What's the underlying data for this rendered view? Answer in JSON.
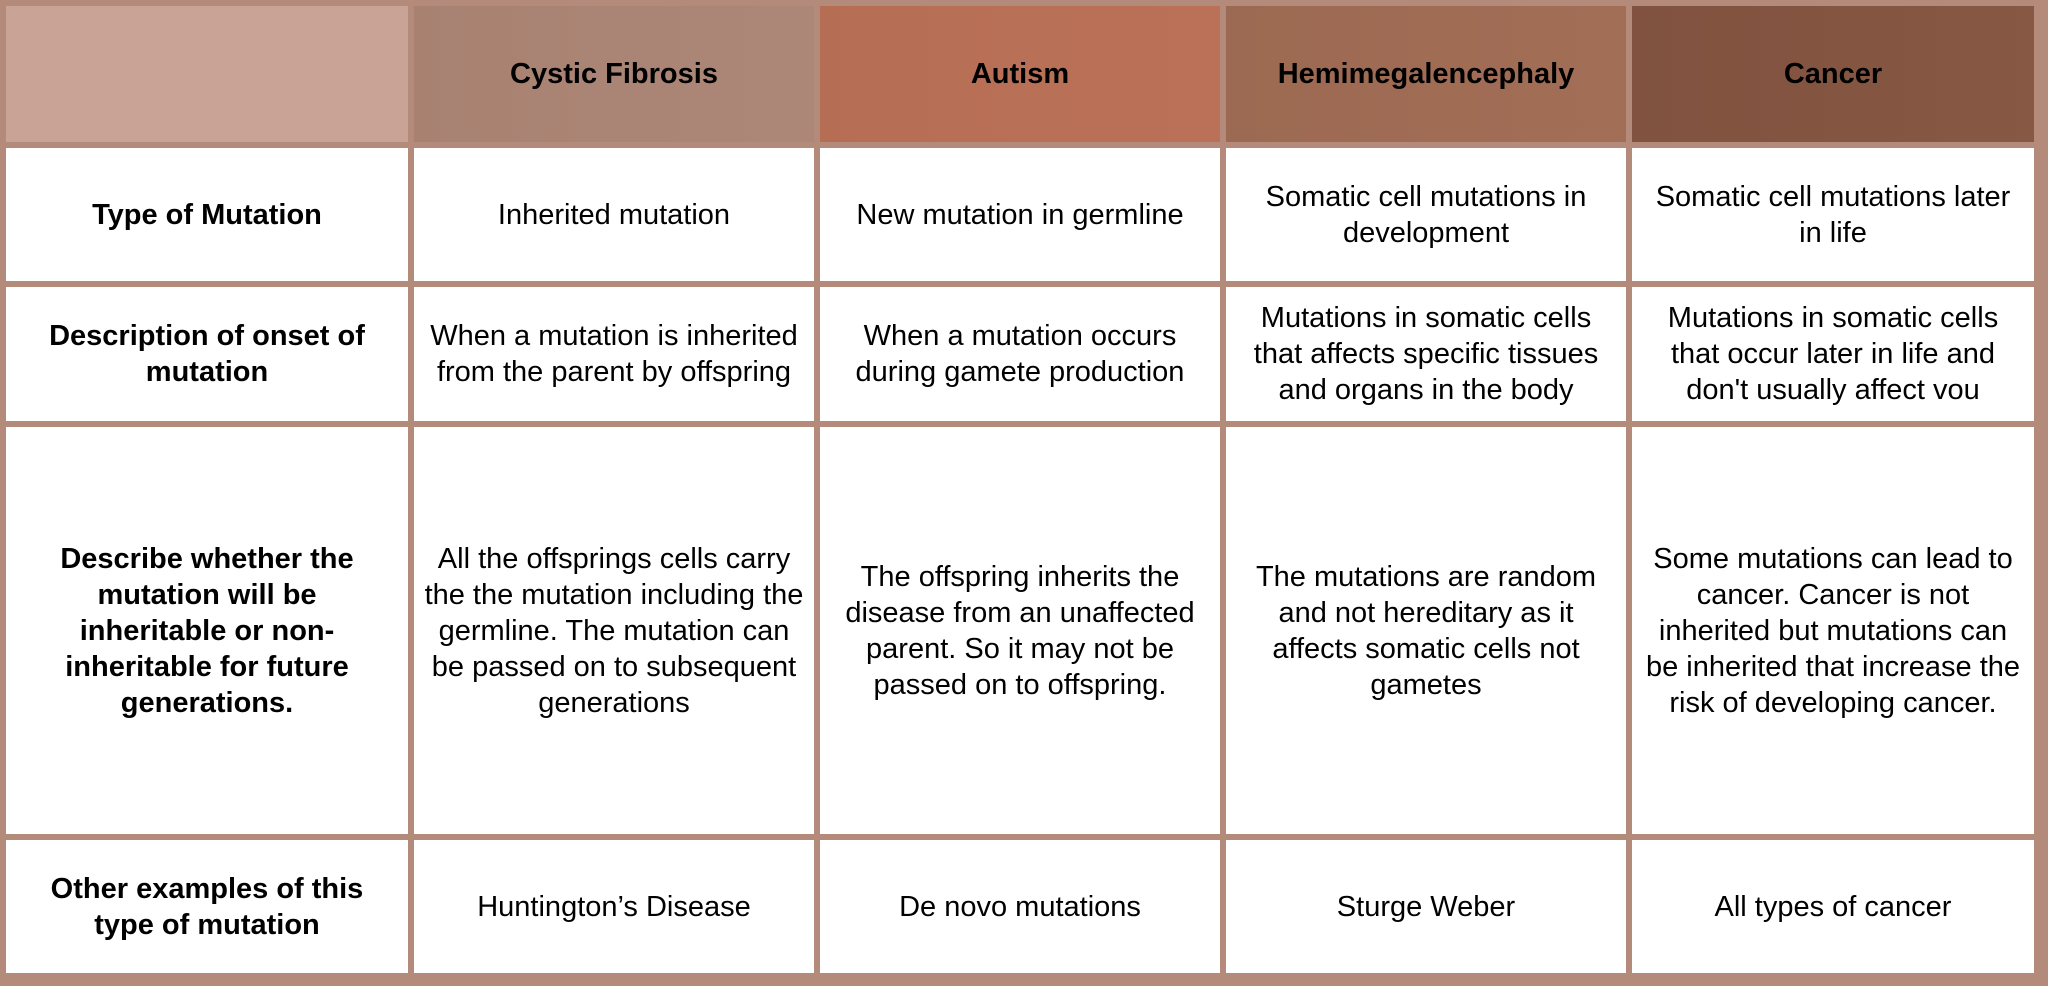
{
  "table": {
    "columns": [
      "",
      "Cystic Fibrosis",
      "Autism",
      "Hemimegalencephaly",
      "Cancer"
    ],
    "header_colors": [
      "#c9a395",
      "#a88171",
      "#b56e54",
      "#9c6952",
      "#80523f"
    ],
    "border_color": "#b48a7a",
    "rows": [
      {
        "label": "Type of Mutation",
        "cells": [
          "Inherited mutation",
          "New mutation in germline",
          "Somatic cell mutations in development",
          "Somatic cell mutations later in life"
        ]
      },
      {
        "label": "Description of onset of mutation",
        "cells": [
          "When a mutation is inherited from the parent by offspring",
          "When a mutation occurs during gamete production",
          "Mutations in somatic cells that affects specific tissues and organs in the body",
          "Mutations in somatic cells that occur later in life and don't usually affect vou"
        ]
      },
      {
        "label": "Describe whether the mutation will be inheritable or non-inheritable for future generations.",
        "cells": [
          "All the offsprings cells carry the the mutation including the germline. The mutation can be passed on to subsequent generations",
          "The offspring inherits the disease from an unaffected parent. So it may not be passed on to offspring.",
          "The mutations are random and not hereditary as it affects somatic cells not gametes",
          "Some mutations can lead to cancer. Cancer is not inherited but mutations can be inherited that increase the risk of developing cancer."
        ]
      },
      {
        "label": "Other examples of this type of mutation",
        "cells": [
          "Huntington’s Disease",
          "De novo mutations",
          "Sturge Weber",
          "All types of cancer"
        ]
      }
    ]
  }
}
